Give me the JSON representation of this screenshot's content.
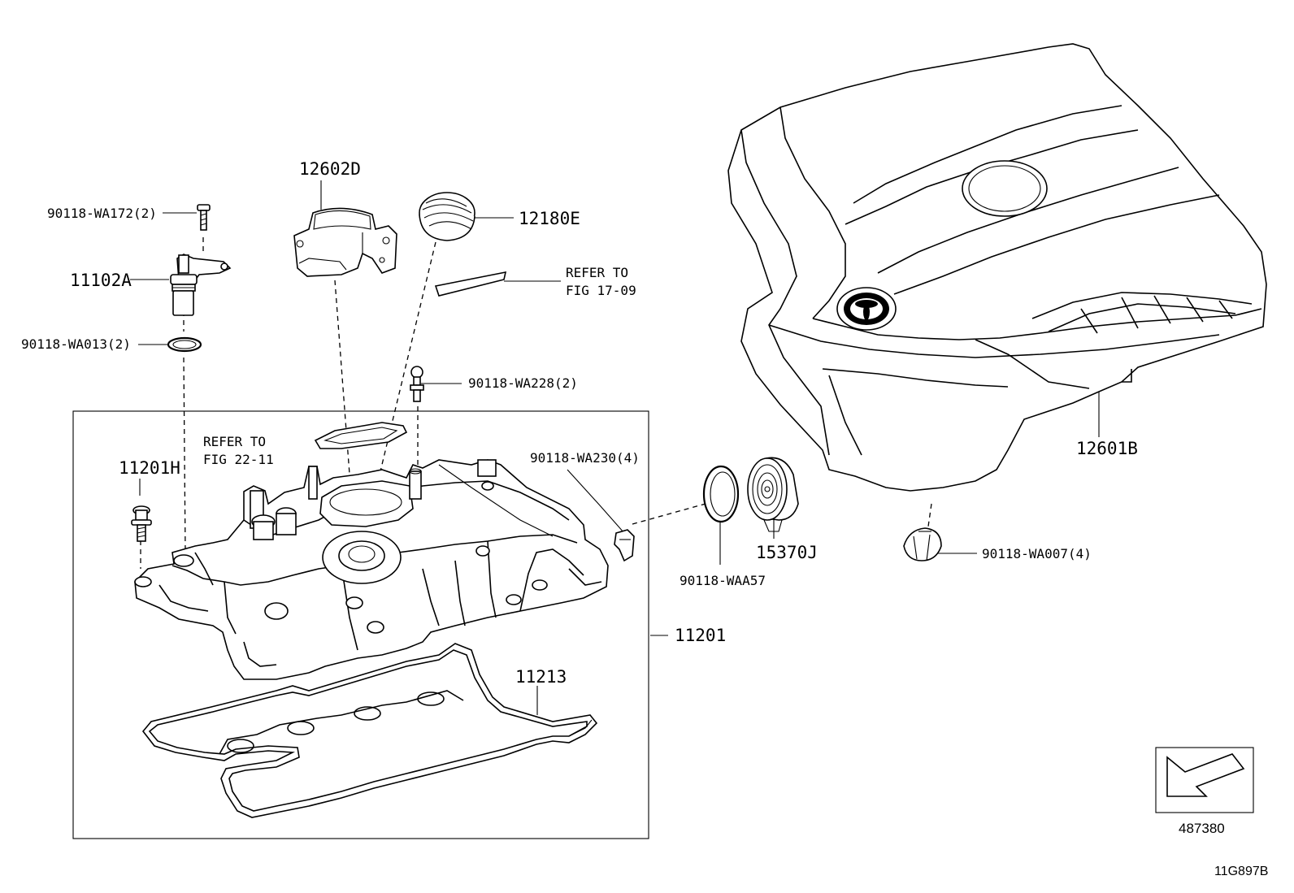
{
  "labels": {
    "p90118_wa172": "90118-WA172(2)",
    "p11102a": "11102A",
    "p90118_wa013": "90118-WA013(2)",
    "p12602d": "12602D",
    "p12180e": "12180E",
    "refer_17_09_line1": "REFER TO",
    "refer_17_09_line2": "FIG 17-09",
    "p90118_wa228": "90118-WA228(2)",
    "refer_22_11_line1": "REFER TO",
    "refer_22_11_line2": "FIG 22-11",
    "p11201h": "11201H",
    "p90118_wa230": "90118-WA230(4)",
    "p90118_waa57": "90118-WAA57",
    "p15370j": "15370J",
    "p90118_wa007": "90118-WA007(4)",
    "p12601b": "12601B",
    "p11201": "11201",
    "p11213": "11213",
    "ref_number": "487380",
    "figure_code": "11G897B"
  },
  "icons": {
    "direction_arrow": "arrow-down-left-icon",
    "brand_emblem": "toyota-emblem-icon"
  }
}
